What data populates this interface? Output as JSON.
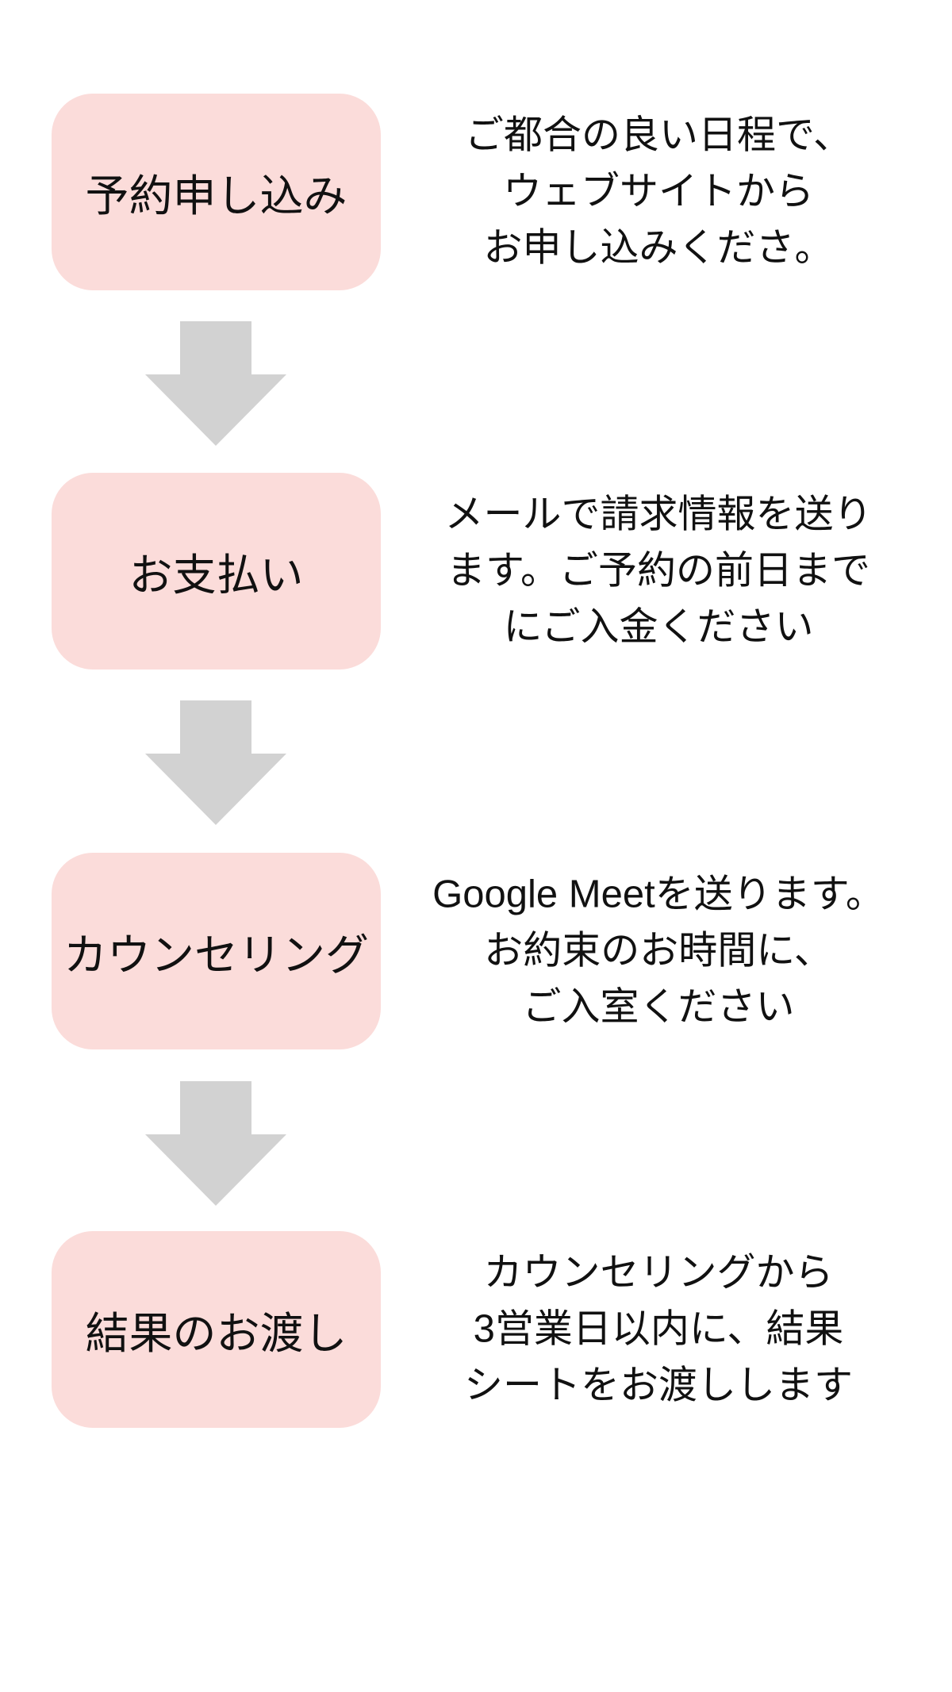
{
  "colors": {
    "background": "#ffffff",
    "box_fill": "#fbdcda",
    "arrow_fill": "#d2d2d2",
    "text": "#111111"
  },
  "steps": [
    {
      "label": "予約申し込み",
      "description": [
        "ご都合の良い日程で、",
        "ウェブサイトから",
        "お申し込みくださ。"
      ]
    },
    {
      "label": "お支払い",
      "description": [
        "メールで請求情報を送り",
        "ます。ご予約の前日まで",
        "にご入金ください"
      ]
    },
    {
      "label": "カウンセリング",
      "description": [
        "Google Meetを送ります。",
        "お約束のお時間に、",
        "ご入室ください"
      ]
    },
    {
      "label": "結果のお渡し",
      "description": [
        "カウンセリングから",
        "3営業日以内に、結果",
        "シートをお渡しします"
      ]
    }
  ]
}
